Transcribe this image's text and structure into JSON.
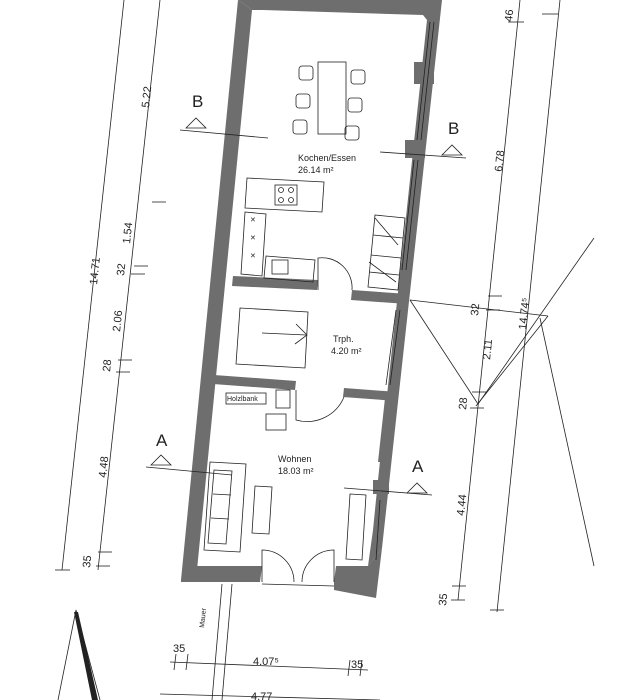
{
  "rooms": {
    "kitchen_name": "Kochen/Essen",
    "kitchen_area": "26.14 m²",
    "stair_name": "Trph.",
    "stair_area": "4.20 m²",
    "living_name": "Wohnen",
    "living_area": "18.03 m²",
    "wood_storage": "Holzlbank"
  },
  "section_marks": {
    "b_left": "B",
    "b_right": "B",
    "a_left": "A",
    "a_right": "A"
  },
  "dims_left_outer": {
    "total": "14.71"
  },
  "dims_left_inner": {
    "d1": "5.22",
    "d2": "1.54",
    "d3": "32",
    "d4": "2.06",
    "d5": "28",
    "d6": "4.48",
    "d7": "35"
  },
  "dims_right_inner": {
    "d1": "46",
    "d2": "6.78",
    "d3": "32",
    "d4": "2.11",
    "d5": "28",
    "d6": "4.44",
    "d7": "35"
  },
  "dims_right_outer": {
    "total": "14.74⁵"
  },
  "dims_bottom": {
    "left": "35",
    "mid": "4.07⁵",
    "right": "35",
    "total": "4.77"
  },
  "labels": {
    "mauer": "Mauer"
  }
}
